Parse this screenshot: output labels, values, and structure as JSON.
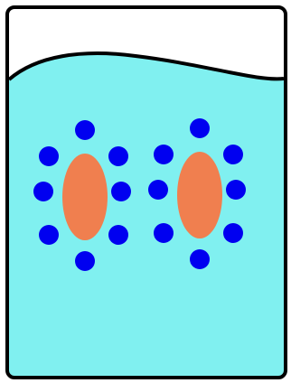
{
  "colors": {
    "background": "#ffffff",
    "outline": "#000000",
    "liquid": "#80f0f0",
    "central_body": "#f07f4f",
    "surrounding_dot": "#0000f0"
  },
  "groups": [
    {
      "central_shape": "ellipse",
      "surrounding_dots": 8
    },
    {
      "central_shape": "ellipse",
      "surrounding_dots": 8
    }
  ]
}
